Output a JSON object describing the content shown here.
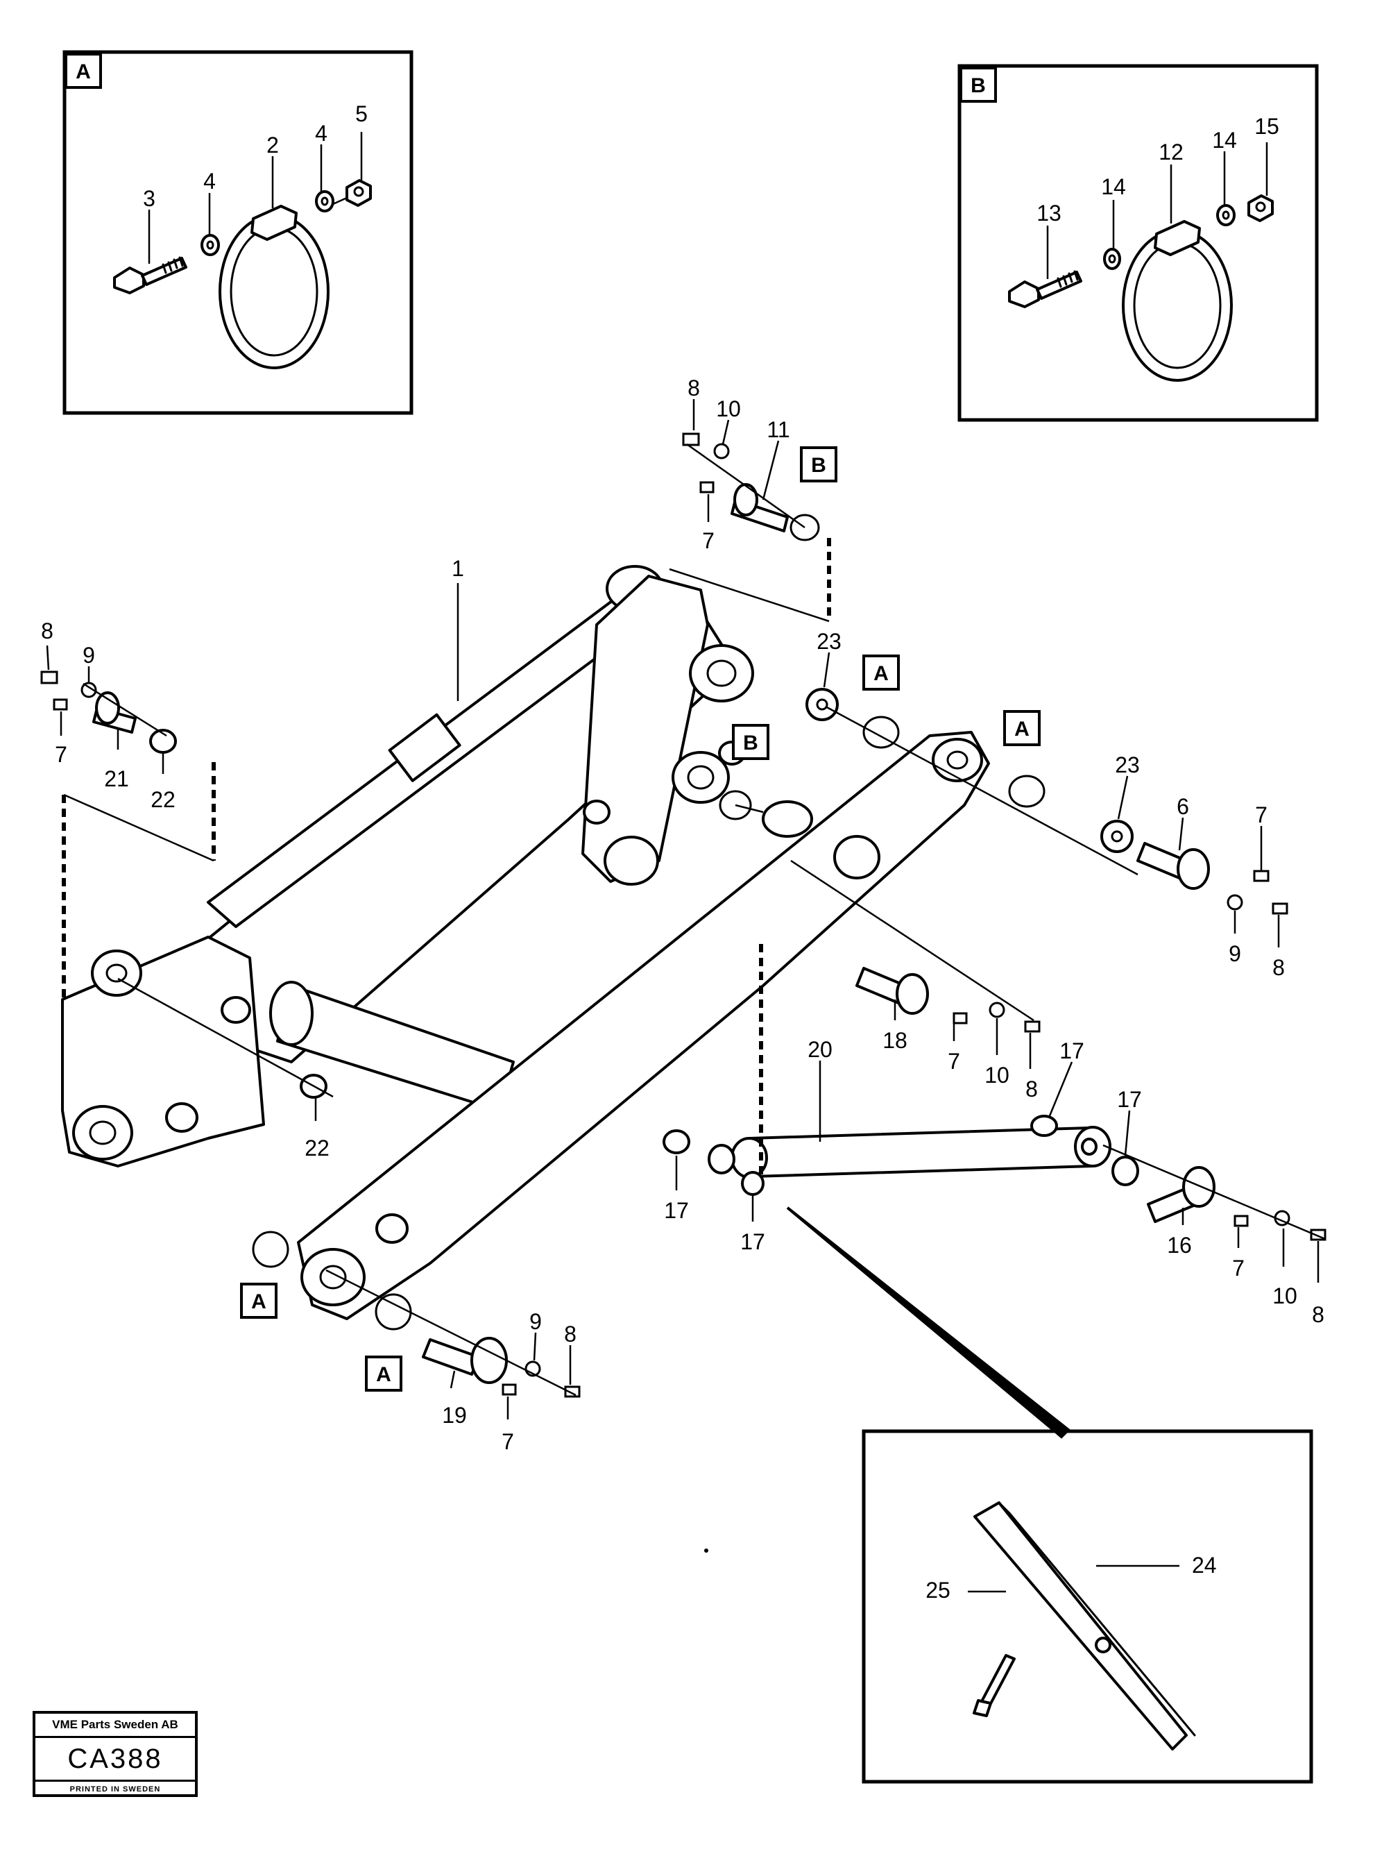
{
  "diagram": {
    "inset_a_letter": "A",
    "inset_b_letter": "B",
    "callouts": {
      "n1": "1",
      "n2": "2",
      "n3": "3",
      "n4a": "4",
      "n4b": "4",
      "n5": "5",
      "n6": "6",
      "n7a": "7",
      "n7b": "7",
      "n7c": "7",
      "n7d": "7",
      "n7e": "7",
      "n7f": "7",
      "n8a": "8",
      "n8b": "8",
      "n8c": "8",
      "n8d": "8",
      "n8e": "8",
      "n8f": "8",
      "n9a": "9",
      "n9b": "9",
      "n9c": "9",
      "n10a": "10",
      "n10b": "10",
      "n10c": "10",
      "n11": "11",
      "n12": "12",
      "n13": "13",
      "n14a": "14",
      "n14b": "14",
      "n15": "15",
      "n16": "16",
      "n17a": "17",
      "n17b": "17",
      "n17c": "17",
      "n17d": "17",
      "n18": "18",
      "n19": "19",
      "n20": "20",
      "n21": "21",
      "n22a": "22",
      "n22b": "22",
      "n23a": "23",
      "n23b": "23",
      "n24": "24",
      "n25": "25"
    },
    "ref_letters": {
      "b1": "B",
      "b2": "B",
      "a1": "A",
      "a2": "A",
      "a3": "A",
      "a4": "A"
    }
  },
  "stamp": {
    "company": "VME Parts Sweden AB",
    "code": "CA388",
    "printed": "PRINTED IN SWEDEN"
  }
}
